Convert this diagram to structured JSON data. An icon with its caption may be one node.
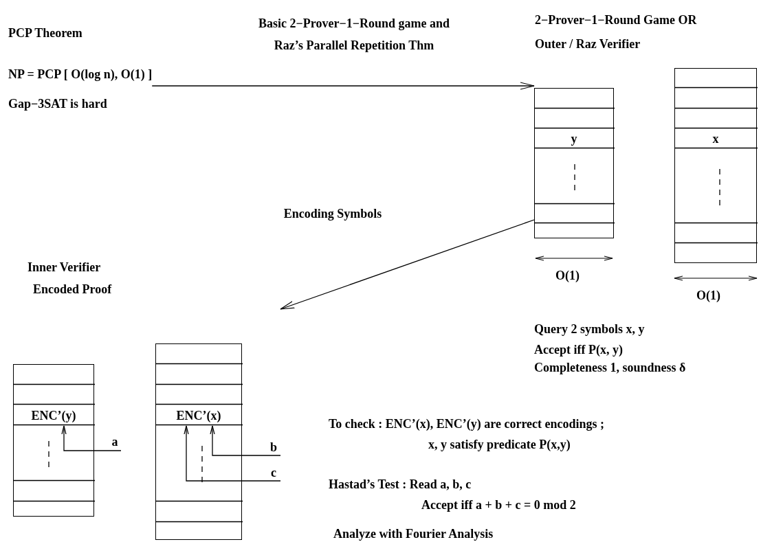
{
  "diagram": {
    "nodes": [
      {
        "text": [
          "PCP Theorem",
          "NP = PCP [ O(log n), O(1) ]",
          "Gap−3SAT is hard"
        ]
      },
      {
        "text": [
          "2−Prover−1−Round Game OR Outer / Raz Verifier"
        ]
      },
      {
        "text": [],
        "shape": "box",
        "in": 1
      },
      {
        "text": [
          "y"
        ],
        "in": 2
      },
      {
        "text": [],
        "shape": "box",
        "in": 1
      },
      {
        "text": [
          "x"
        ],
        "in": 4
      },
      {
        "text": [
          "Inner Verifier",
          "Encoded Proof"
        ]
      },
      {
        "text": [],
        "shape": "box",
        "in": 6
      },
      {
        "text": [
          "ENC’(y)"
        ],
        "in": 7
      },
      {
        "text": [],
        "shape": "box",
        "in": 6
      },
      {
        "text": [
          "ENC’(x)"
        ],
        "in": 9
      },
      {
        "text": [
          "a"
        ],
        "in": 6
      },
      {
        "text": [
          "b"
        ],
        "in": 6
      },
      {
        "text": [
          "c"
        ],
        "in": 6
      }
    ],
    "edges": [
      {
        "from": 0,
        "to": 1,
        "arrow": "to",
        "label": "Basic 2−Prover−1−Round game and Raz’s Parallel Repetition Thm"
      },
      {
        "from": 1,
        "to": 6,
        "arrow": "to",
        "label": "Encoding Symbols"
      },
      {
        "from": 11,
        "to": 8,
        "arrow": "to"
      },
      {
        "from": 12,
        "to": 10,
        "arrow": "to"
      },
      {
        "from": 13,
        "to": 10,
        "arrow": "to"
      }
    ],
    "labels": [
      "O(1)",
      "O(1)",
      "Query 2 symbols x, y",
      "Accept iff P(x, y)",
      "Completeness 1, soundness δ",
      "To check : ENC’(x), ENC’(y) are correct encodings ; x, y satisfy predicate P(x,y)",
      "Hastad’s Test : Read a, b, c Accept iff a + b + c = 0 mod 2",
      "Analyze with Fourier Analysis"
    ]
  }
}
